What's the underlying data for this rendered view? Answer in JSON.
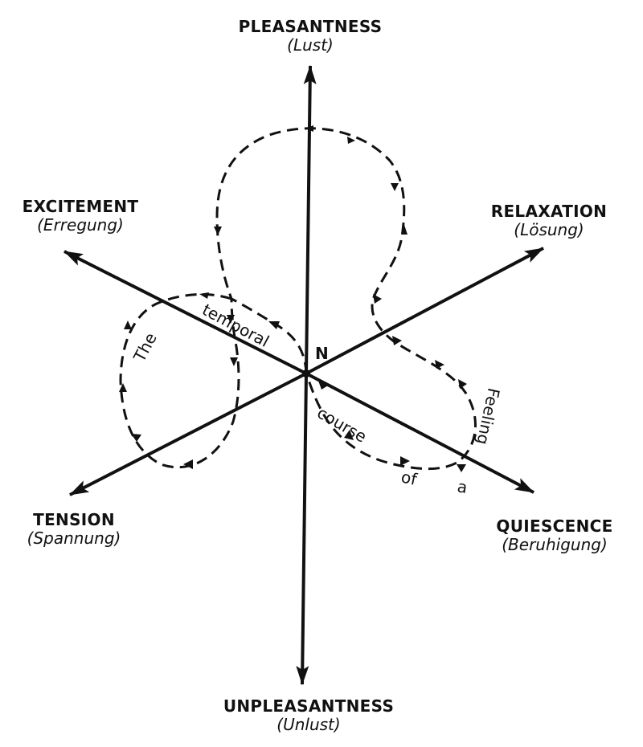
{
  "axes": {
    "pleasantness": {
      "label": "PLEASANTNESS",
      "german": "(Lust)"
    },
    "unpleasantness": {
      "label": "UNPLEASANTNESS",
      "german": "(Unlust)"
    },
    "excitement": {
      "label": "EXCITEMENT",
      "german": "(Erregung)"
    },
    "relaxation": {
      "label": "RELAXATION",
      "german": "(Lösung)"
    },
    "tension": {
      "label": "TENSION",
      "german": "(Spannung)"
    },
    "quiescence": {
      "label": "QUIESCENCE",
      "german": "(Beruhigung)"
    }
  },
  "origin": "N",
  "path_words": {
    "w1": "The",
    "w2": "temporal",
    "w3": "course",
    "w4": "of",
    "w5": "a",
    "w6": "Feeling"
  }
}
